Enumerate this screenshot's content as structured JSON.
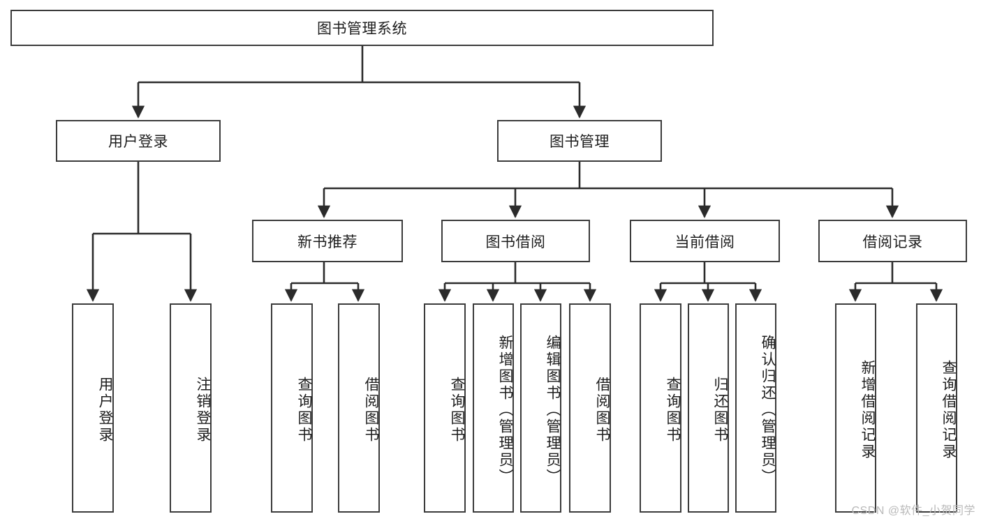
{
  "diagram": {
    "title": "图书管理系统",
    "watermark": "CSDN @软件_小贺同学",
    "colors": {
      "box_border": "#3b3b3b",
      "box_fill": "#ffffff",
      "edge": "#2b2b2b",
      "text": "#1d1d1d",
      "watermark": "#b9b9b9",
      "background": "#ffffff"
    },
    "root": {
      "label": "图书管理系统"
    },
    "level1": [
      {
        "label": "用户登录"
      },
      {
        "label": "图书管理"
      }
    ],
    "level2": [
      {
        "label": "新书推荐"
      },
      {
        "label": "图书借阅"
      },
      {
        "label": "当前借阅"
      },
      {
        "label": "借阅记录"
      }
    ],
    "leaves": {
      "user_login": [
        {
          "label": "用户登录"
        },
        {
          "label": "注销登录"
        }
      ],
      "new_book_recommend": [
        {
          "label": "查询图书"
        },
        {
          "label": "借阅图书"
        }
      ],
      "book_borrow": [
        {
          "label": "查询图书"
        },
        {
          "label": "新增图书（管理员）"
        },
        {
          "label": "编辑图书（管理员）"
        },
        {
          "label": "借阅图书"
        }
      ],
      "current_borrow": [
        {
          "label": "查询图书"
        },
        {
          "label": "归还图书"
        },
        {
          "label": "确认归还（管理员）"
        }
      ],
      "borrow_record": [
        {
          "label": "新增借阅记录"
        },
        {
          "label": "查询借阅记录"
        }
      ]
    }
  }
}
